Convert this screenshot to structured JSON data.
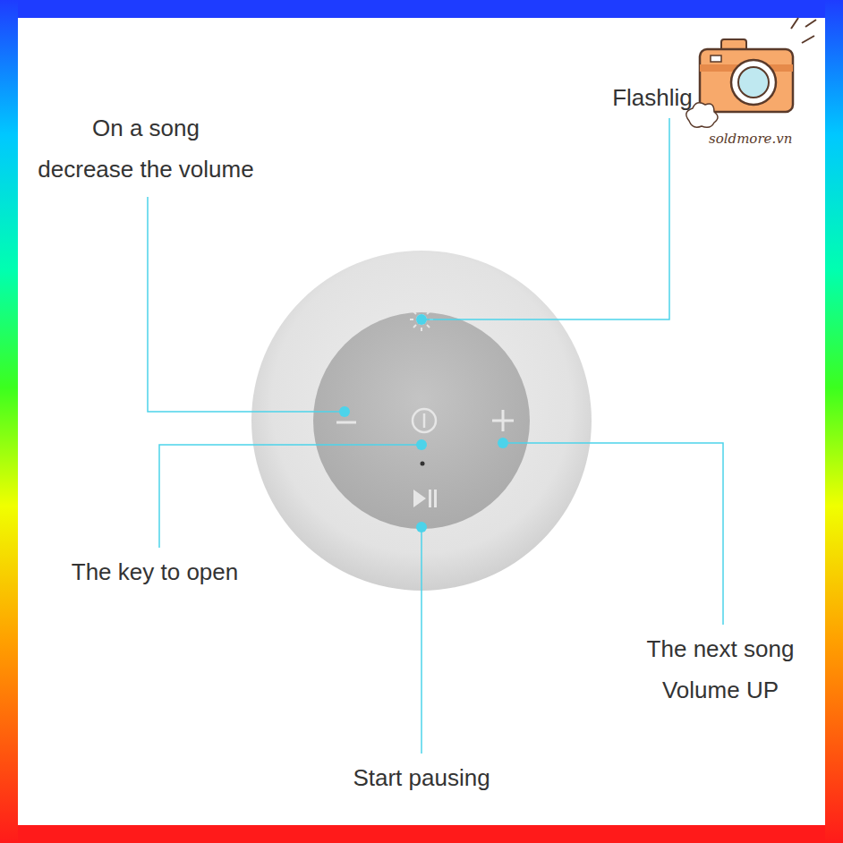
{
  "diagram": {
    "labels": [
      "On a song decrease the volume",
      "Flashlig",
      "The key to open",
      "The next song Volume UP",
      "Start pausing",
      "soldmore.vn"
    ]
  }
}
